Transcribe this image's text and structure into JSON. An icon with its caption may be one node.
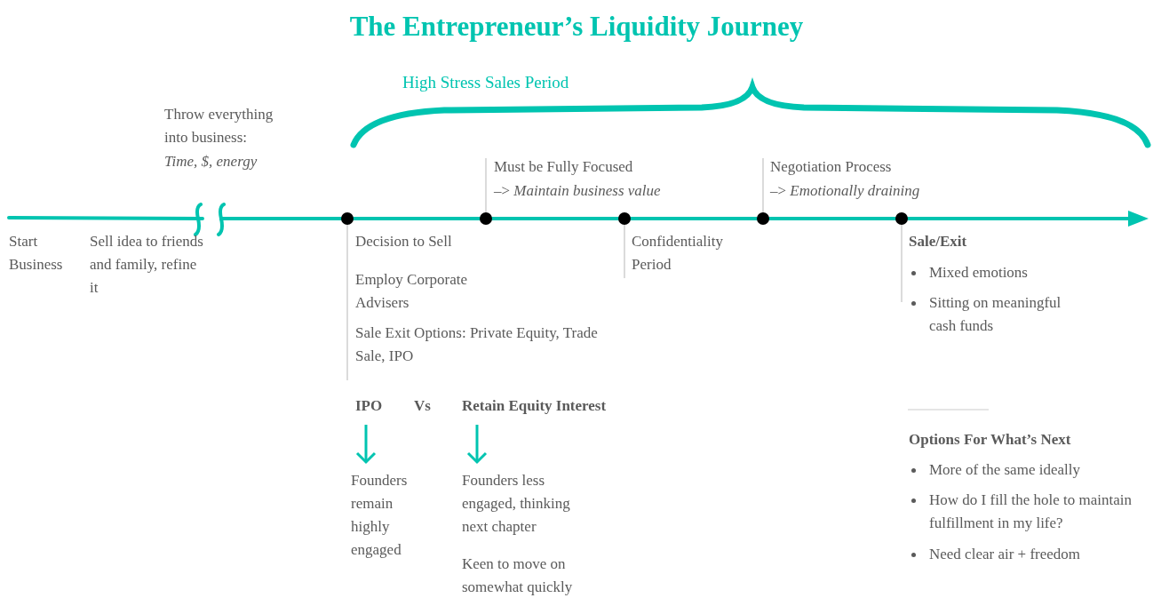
{
  "diagram": {
    "title": "The Entrepreneur’s Liquidity Journey",
    "nodes": [
      {
        "text": [
          "IPO"
        ]
      },
      {
        "text": [
          "Retain Equity Interest"
        ]
      },
      {
        "text": [
          "Founders remain highly engaged"
        ]
      },
      {
        "text": [
          "Founders less engaged, thinking next chapter",
          "Keen to move on somewhat quickly"
        ]
      }
    ],
    "edges": [
      {
        "from": 0,
        "to": 2,
        "arrow": "to"
      },
      {
        "from": 1,
        "to": 3,
        "arrow": "to"
      }
    ],
    "labels": [
      "High Stress Sales Period",
      "Throw everything into business:",
      "Time, $, energy",
      "Must be Fully Focused",
      "–> *Maintain business value*",
      "Negotiation Process",
      "–> *Emotionally draining*",
      "Start Business",
      "Sell idea to friends and family, refine it",
      "Decision to Sell",
      "Employ Corporate Advisers",
      "Sale Exit Options: Private Equity, Trade Sale, IPO",
      "Confidentiality Period",
      "Sale/Exit",
      "Mixed emotions",
      "Sitting on meaningful cash funds",
      "Vs",
      "Options For What’s Next",
      "More of the same ideally",
      "How do I fill the hole to maintain fulfillment in my life?",
      "Need clear air + freedom"
    ]
  }
}
